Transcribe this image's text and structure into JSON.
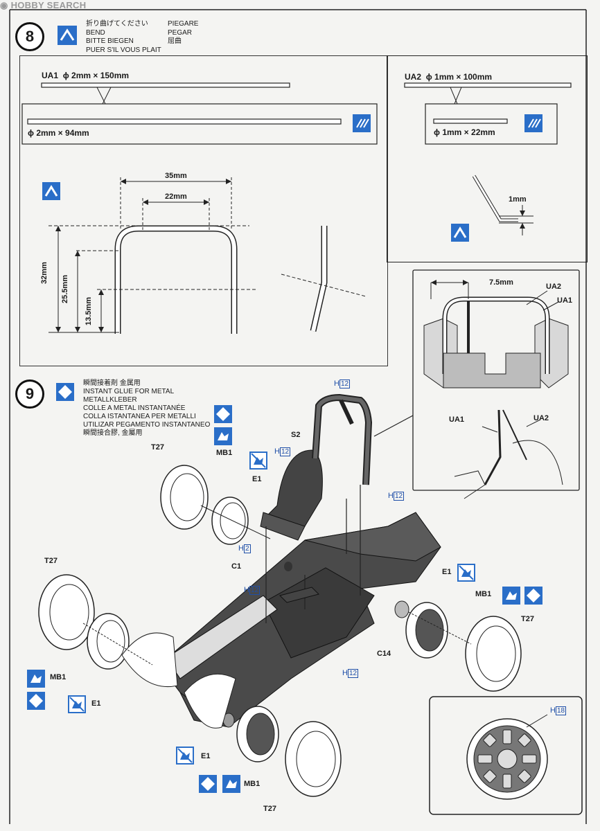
{
  "watermark": "HOBBY SEARCH",
  "step8": {
    "number": "8",
    "instructions": [
      "折り曲げてください",
      "BEND",
      "BITTE BIEGEN",
      "PUER S'IL VOUS PLAIT"
    ],
    "instructions_right": [
      "PIEGARE",
      "PEGAR",
      "屈曲"
    ],
    "ua1_label": "UA1",
    "ua1_spec": "ϕ 2mm × 150mm",
    "ua1_cut": "ϕ 2mm × 94mm",
    "ua2_label": "UA2",
    "ua2_spec": "ϕ 1mm × 100mm",
    "ua2_cut": "ϕ 1mm × 22mm",
    "dim_35": "35mm",
    "dim_22": "22mm",
    "dim_32": "32mm",
    "dim_25_5": "25.5mm",
    "dim_13_5": "13.5mm",
    "dim_1": "1mm",
    "dim_7_5": "7.5mm",
    "detail_ua2": "UA2",
    "detail_ua1": "UA1",
    "detail2_ua1": "UA1",
    "detail2_ua2": "UA2"
  },
  "step9": {
    "number": "9",
    "instructions": [
      "瞬間接着剤 金属用",
      "INSTANT GLUE FOR METAL",
      "METALLKLEBER",
      "COLLE A METAL INSTANTANÉE",
      "COLLA ISTANTANEA PER METALLI",
      "UTILIZAR PEGAMENTO INSTANTANEO",
      "瞬間接合膠, 金屬用"
    ],
    "parts": {
      "t27_a": "T27",
      "mb1_a": "MB1",
      "e1_a": "E1",
      "s2": "S2",
      "c1": "C1",
      "t27_b": "T27",
      "mb1_b": "MB1",
      "e1_b": "E1",
      "c14": "C14",
      "e1_c": "E1",
      "mb1_c": "MB1",
      "t27_c": "T27",
      "e1_d": "E1",
      "mb1_d": "MB1",
      "t27_d": "T27"
    },
    "h_labels": {
      "h12_top": "12",
      "h12_seat": "12",
      "h12_right": "12",
      "h2": "2",
      "h12_c1": "12",
      "h12_bottom": "12",
      "h18": "18"
    },
    "h_prefix": "H"
  }
}
